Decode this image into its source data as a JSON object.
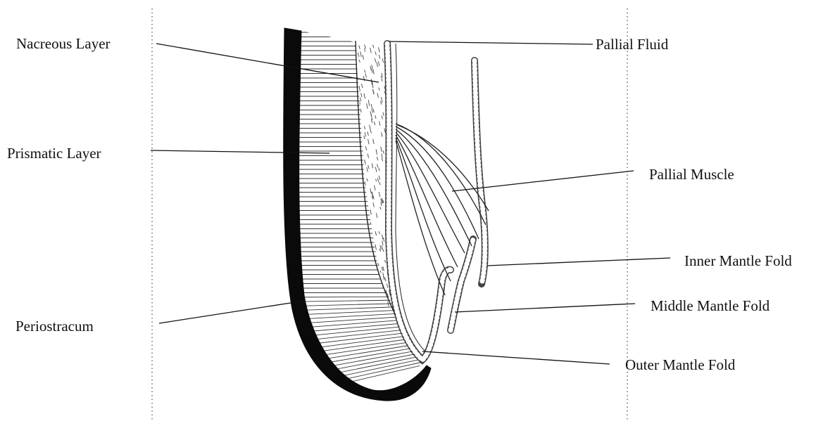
{
  "labels": {
    "nacreous_layer": "Nacreous Layer",
    "prismatic_layer": "Prismatic Layer",
    "periostracum": "Periostracum",
    "pallial_fluid": "Pallial Fluid",
    "pallial_muscle": "Pallial Muscle",
    "inner_mantle_fold": "Inner Mantle Fold",
    "middle_mantle_fold": "Middle Mantle Fold",
    "outer_mantle_fold": "Outer Mantle Fold"
  },
  "colors": {
    "ink": "#111111",
    "background": "#ffffff",
    "guide": "#555555"
  }
}
